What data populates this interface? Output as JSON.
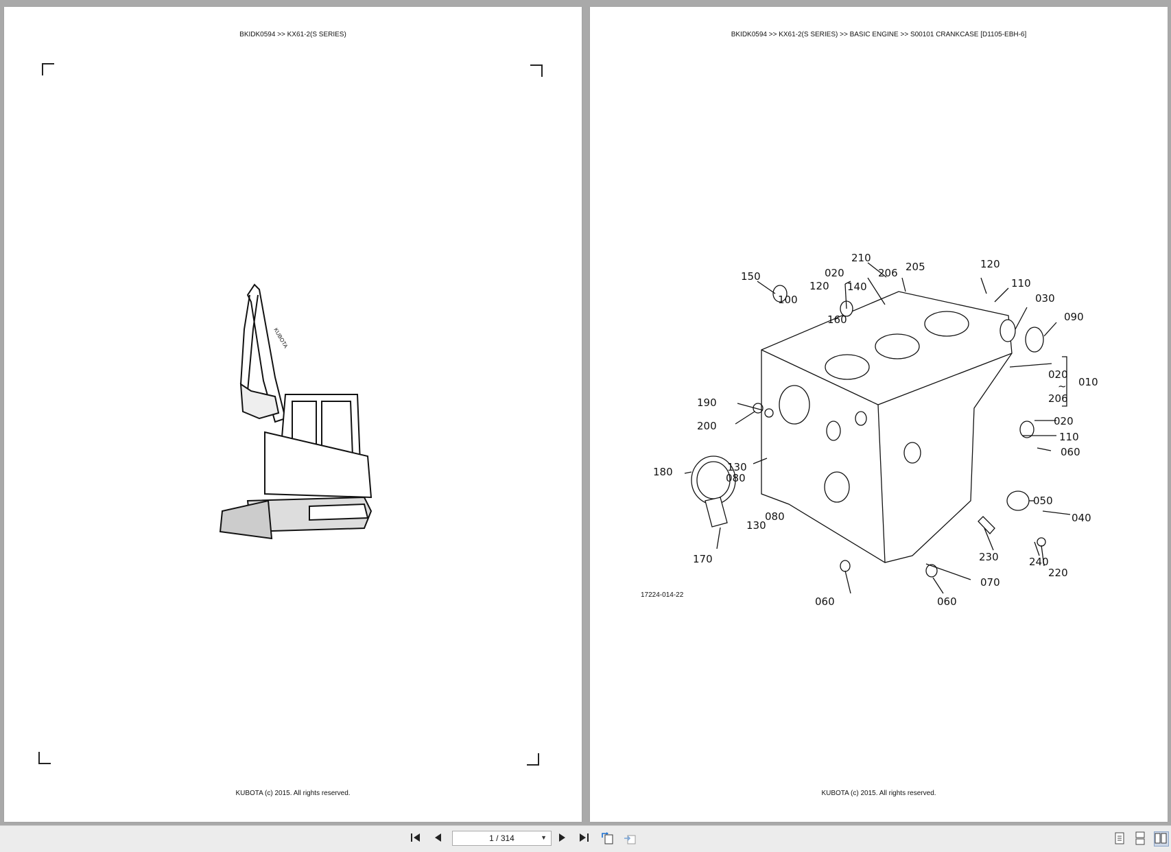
{
  "left_page": {
    "header": "BKIDK0594 >> KX61-2(S SERIES)",
    "footer": "KUBOTA (c) 2015. All rights reserved.",
    "illustration_brand": "KUBOTA"
  },
  "right_page": {
    "header": "BKIDK0594 >> KX61-2(S SERIES) >> BASIC ENGINE >> S00101   CRANKCASE [D1105-EBH-6]",
    "footer": "KUBOTA (c) 2015. All rights reserved.",
    "diagram_id": "17224-014-22",
    "callouts": [
      "210",
      "150",
      "020",
      "206",
      "205",
      "120",
      "110",
      "120",
      "140",
      "100",
      "030",
      "090",
      "160",
      "020",
      "010",
      "~",
      "206",
      "190",
      "020",
      "200",
      "110",
      "060",
      "130",
      "180",
      "080",
      "050",
      "040",
      "080",
      "130",
      "230",
      "240",
      "170",
      "070",
      "220",
      "060",
      "060"
    ]
  },
  "toolbar": {
    "page_indicator": "1 / 314",
    "icons": [
      "first-page-icon",
      "prev-page-icon",
      "next-page-icon",
      "last-page-icon",
      "rotate-page-icon",
      "reflow-page-icon",
      "single-page-icon",
      "continuous-page-icon",
      "two-page-icon"
    ]
  }
}
